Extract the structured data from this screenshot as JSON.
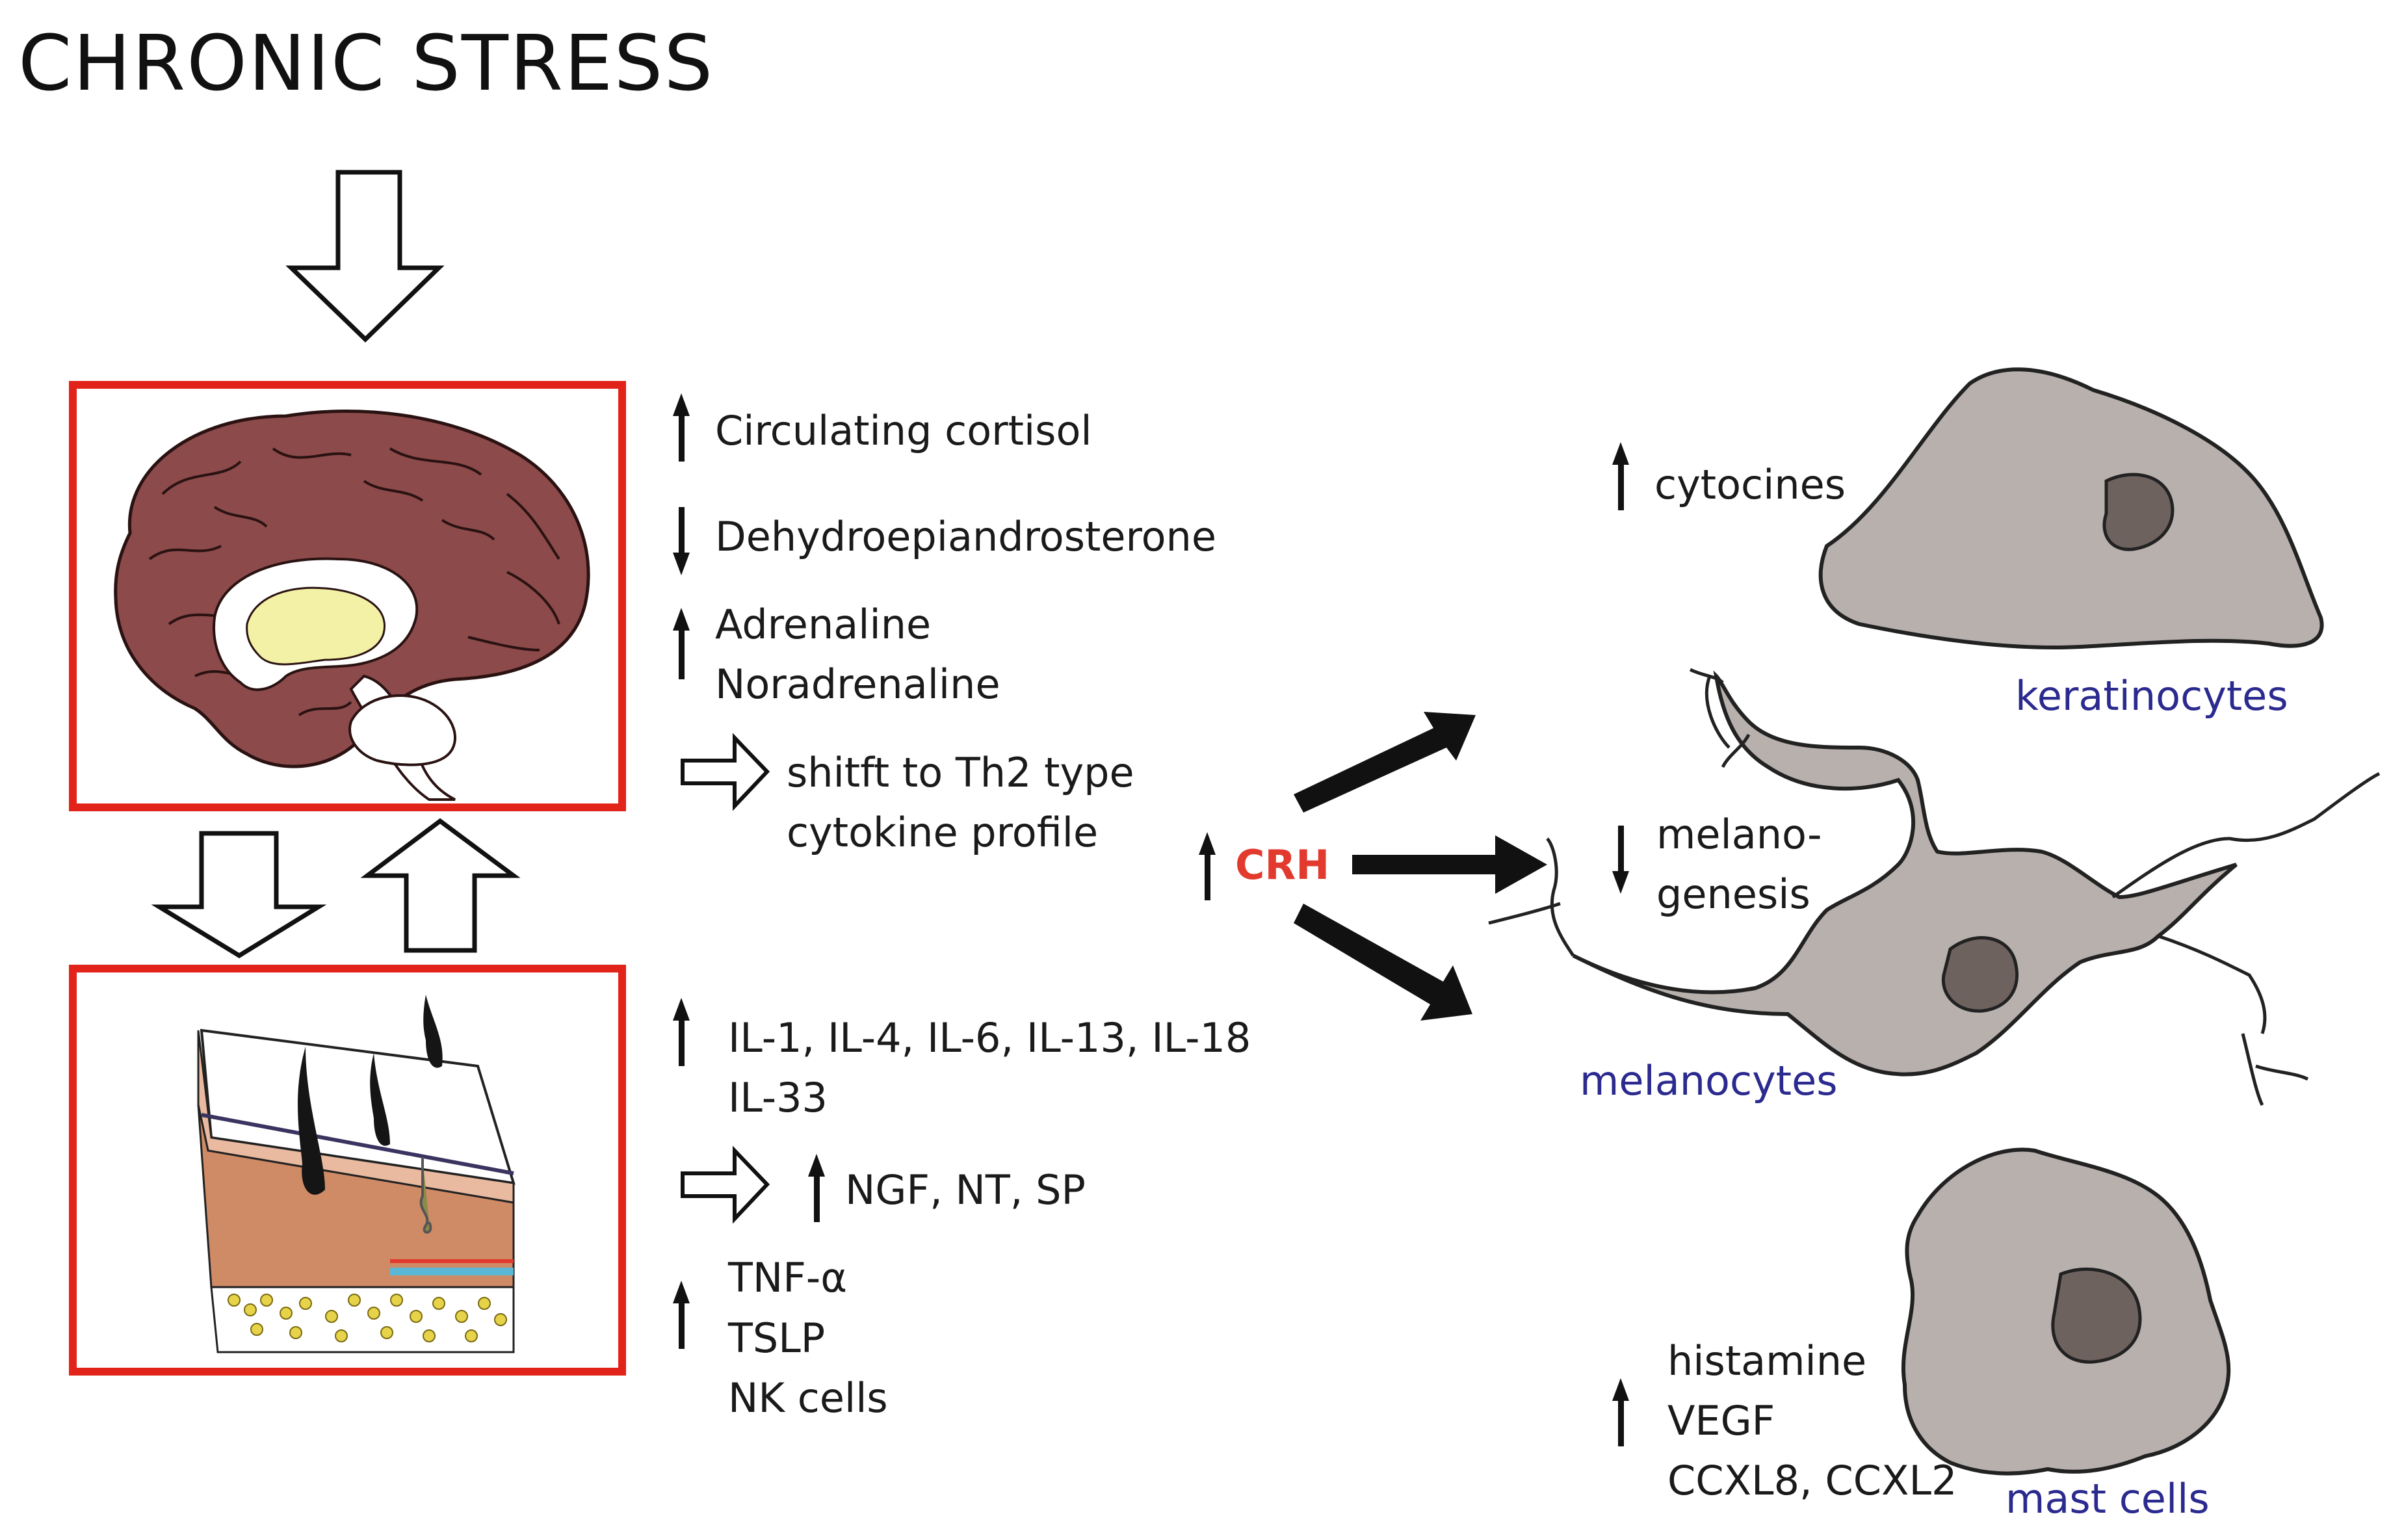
{
  "title": "CHRONIC STRESS",
  "systemic_effects": {
    "cortisol": "Circulating cortisol",
    "dhea": "Dehydroepiandrosterone",
    "adrenaline": "Adrenaline",
    "noradrenaline": "Noradrenaline",
    "th2_line1": "shitft to Th2 type",
    "th2_line2": "cytokine profile"
  },
  "skin_effects": {
    "interleukins_line1": "IL-1, IL-4, IL-6, IL-13, IL-18",
    "interleukins_line2": "IL-33",
    "neuro": "NGF, NT, SP",
    "tnf": "TNF-α",
    "tslp": "TSLP",
    "nk": "NK cells"
  },
  "crh": "CRH",
  "cells": {
    "keratinocytes": {
      "effect": "cytocines",
      "label": "keratinocytes"
    },
    "melanocytes": {
      "effect_line1": "melano-",
      "effect_line2": "genesis",
      "label": "melanocytes"
    },
    "mast_cells": {
      "effect_line1": "histamine",
      "effect_line2": "VEGF",
      "effect_line3": "CCXL8, CCXL2",
      "label": "mast cells"
    }
  },
  "colors": {
    "frame_red": "#e2231a",
    "crh_red": "#e23a2e",
    "cell_label_blue": "#2b2a8f",
    "cell_fill": "#b7b0ad",
    "nucleus_fill": "#6e625f",
    "brain_fill": "#8c4a4a",
    "brain_inner": "#f3f1a6",
    "skin_epidermis": "#e9b9a0",
    "skin_dermis": "#cf8a66",
    "fat_dots": "#e6d34a"
  }
}
